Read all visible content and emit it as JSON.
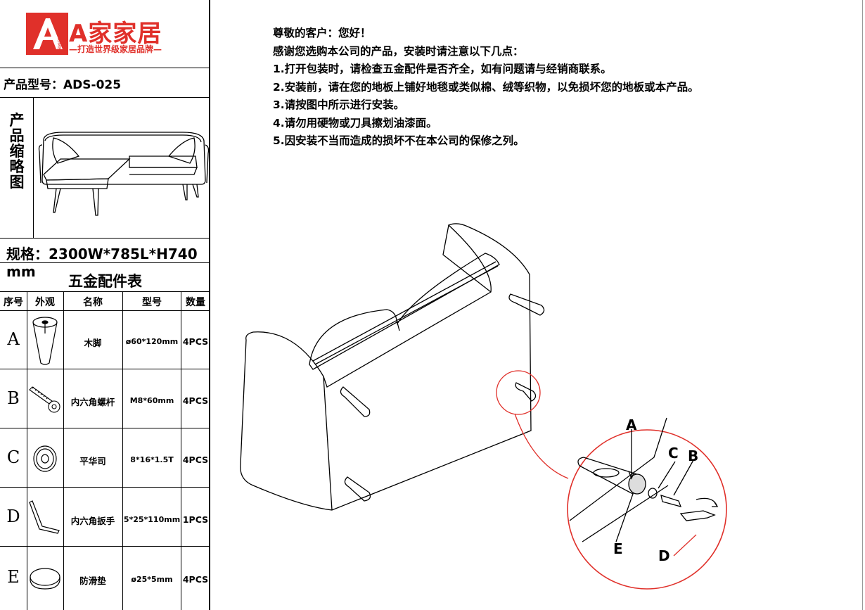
{
  "brand": {
    "logo_mark": "A",
    "logo_vertical": "HOME",
    "name": "A家家居",
    "slogan": "—打造世界级家居品牌—",
    "color": "#e0302a"
  },
  "product": {
    "model_label": "产品型号：",
    "model_value": "ADS-025",
    "thumbnail_label": "产品缩略图",
    "spec_label": "规格：",
    "spec_value": "2300W*785L*H740 mm"
  },
  "hardware": {
    "title": "五金配件表",
    "headers": [
      "序号",
      "外观",
      "名称",
      "型号",
      "数量"
    ],
    "rows": [
      {
        "id": "A",
        "name": "木脚",
        "spec": "ø60*120mm",
        "qty": "4PCS",
        "icon": "wooden-leg-icon"
      },
      {
        "id": "B",
        "name": "内六角螺杆",
        "spec": "M8*60mm",
        "qty": "4PCS",
        "icon": "hex-bolt-icon"
      },
      {
        "id": "C",
        "name": "平华司",
        "spec": "8*16*1.5T",
        "qty": "4PCS",
        "icon": "flat-washer-icon"
      },
      {
        "id": "D",
        "name": "内六角扳手",
        "spec": "5*25*110mm",
        "qty": "1PCS",
        "icon": "hex-key-icon"
      },
      {
        "id": "E",
        "name": "防滑垫",
        "spec": "ø25*5mm",
        "qty": "4PCS",
        "icon": "anti-slip-pad-icon"
      }
    ]
  },
  "notes": [
    "尊敬的客户：您好！",
    "感谢您选购本公司的产品，安装时请注意以下几点：",
    "1.打开包装时，请检查五金配件是否齐全，如有问题请与经销商联系。",
    "2.安装前，请在您的地板上铺好地毯或类似棉、绒等织物，以免损坏您的地板或本产品。",
    "3.请按图中所示进行安装。",
    "4.请勿用硬物或刀具擦划油漆面。",
    "5.因安装不当而造成的损坏不在本公司的保修之列。"
  ],
  "callouts": {
    "A": "A",
    "B": "B",
    "C": "C",
    "D": "D",
    "E": "E"
  },
  "colors": {
    "detail_circle": "#e0302a",
    "ink": "#000000"
  }
}
